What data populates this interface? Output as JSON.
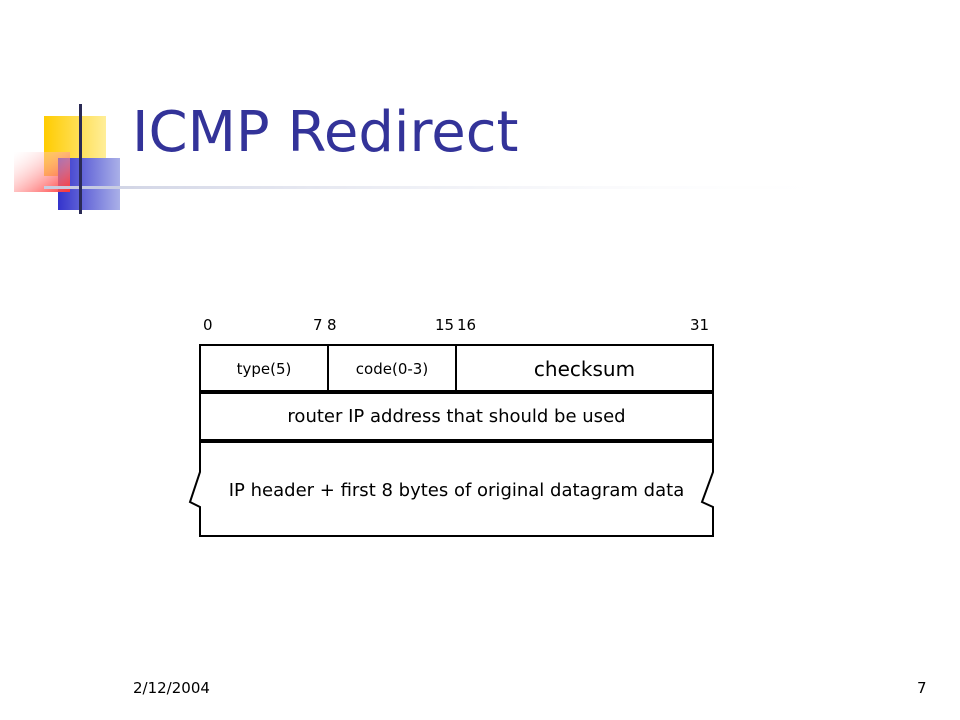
{
  "slide": {
    "title": "ICMP Redirect",
    "date": "2/12/2004",
    "page_number": "7"
  },
  "bit_labels": [
    "0",
    "7",
    "8",
    "15",
    "16",
    "31"
  ],
  "fields": {
    "type": "type(5)",
    "code": "code(0-3)",
    "checksum": "checksum",
    "router": "router IP address that should be used",
    "ipheader": "IP header + first 8 bytes of original datagram data"
  },
  "colors": {
    "title": "#333399",
    "deco_yellow": "#ffcc00",
    "deco_blue": "#3333cc",
    "deco_red": "#ff3333"
  }
}
